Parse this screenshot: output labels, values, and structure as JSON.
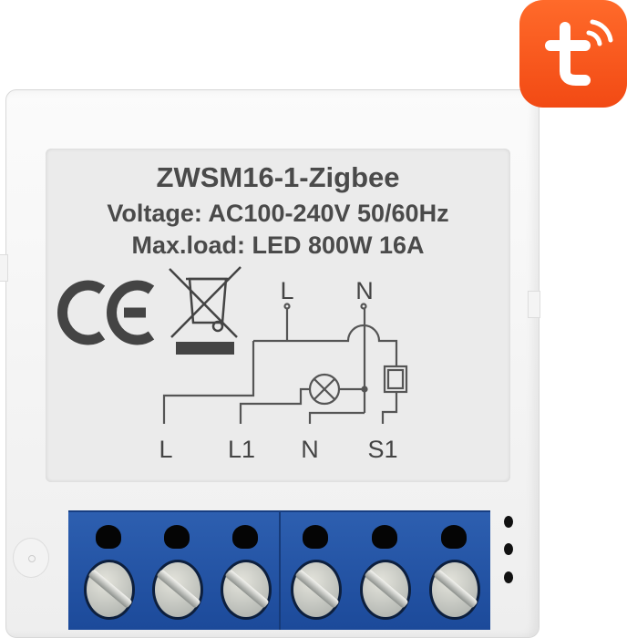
{
  "label": {
    "model": "ZWSM16-1-Zigbee",
    "voltage": "Voltage: AC100-240V 50/60Hz",
    "max_load": "Max.load: LED 800W 16A",
    "ce_mark": "CE"
  },
  "diagram": {
    "top_terminals": [
      "L",
      "N"
    ],
    "bottom_terminals": [
      "L",
      "L1",
      "N",
      "S1"
    ]
  },
  "terminal_block": {
    "count": 6,
    "color": "#2458a8"
  },
  "logo": {
    "name": "tuya-logo",
    "letter": "t",
    "color": "#f5561c"
  },
  "colors": {
    "text": "#4a4a4a",
    "panel": "#ebebeb"
  }
}
